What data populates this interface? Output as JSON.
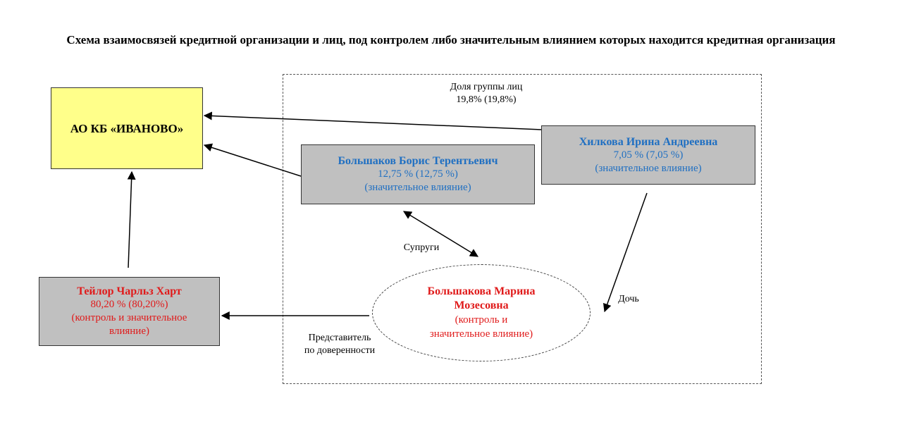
{
  "title": "Схема взаимосвязей кредитной организации и лиц, под контролем либо значительным влиянием которых находится кредитная организация",
  "group": {
    "caption_line1": "Доля группы лиц",
    "caption_line2": "19,8% (19,8%)"
  },
  "bank": {
    "name": "АО КБ «ИВАНОВО»"
  },
  "bolshakov": {
    "name": "Большаков Борис Терентьевич",
    "share": "12,75 % (12,75 %)",
    "note": "(значительное влияние)"
  },
  "khilkova": {
    "name": "Хилкова Ирина Андреевна",
    "share": "7,05 % (7,05 %)",
    "note": "(значительное влияние)"
  },
  "taylor": {
    "name": "Тейлор Чарльз Харт",
    "share": "80,20 % (80,20%)",
    "note_line1": "(контроль и значительное",
    "note_line2": "влияние)"
  },
  "bolshakova": {
    "name_line1": "Большакова Марина",
    "name_line2": "Мозесовна",
    "note_line1": "(контроль и",
    "note_line2": "значительное влияние)"
  },
  "relations": {
    "spouses": "Супруги",
    "daughter": "Дочь",
    "representative_line1": "Представитель",
    "representative_line2": "по доверенности"
  },
  "colors": {
    "bank_fill": "#ffff8a",
    "person_fill": "#c0c0c0",
    "blue_text": "#1f6fc2",
    "red_text": "#e01a1a"
  }
}
